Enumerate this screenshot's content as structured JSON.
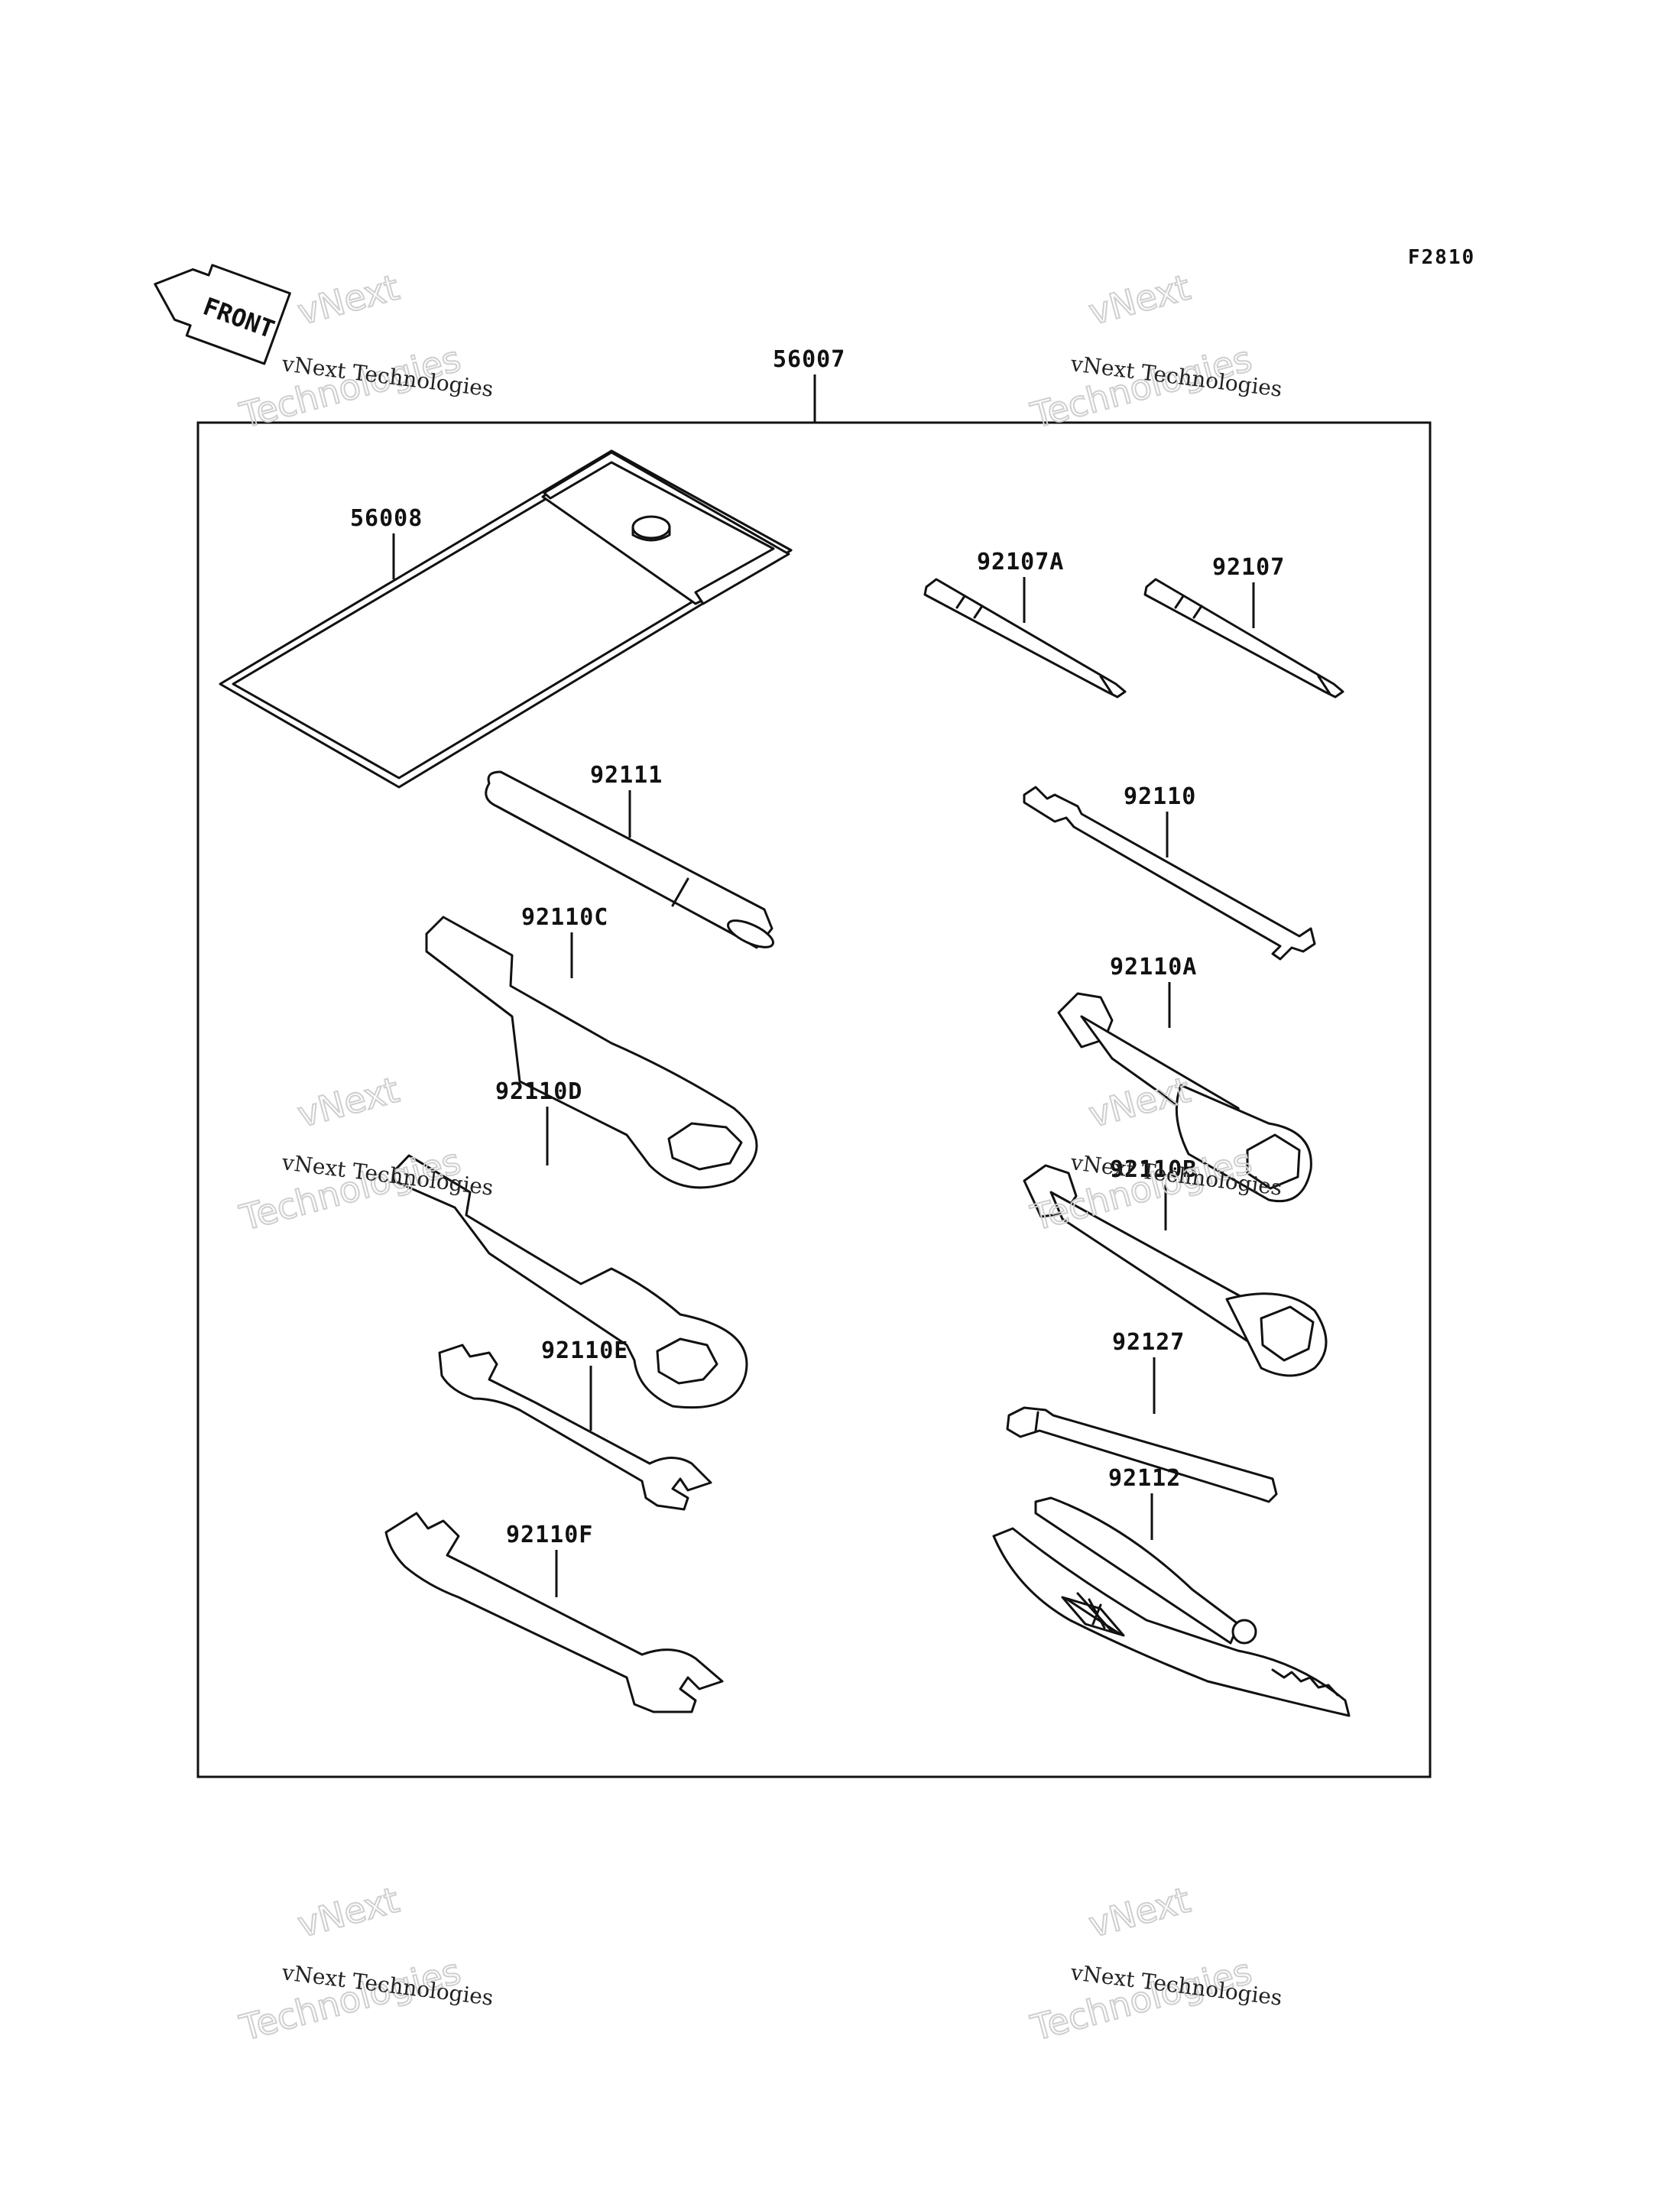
{
  "figure_code": "F2810",
  "front_label": "FRONT",
  "assembly_number": "56007",
  "parts": {
    "p56008": "56008",
    "p92107A": "92107A",
    "p92107": "92107",
    "p92111": "92111",
    "p92110": "92110",
    "p92110C": "92110C",
    "p92110A": "92110A",
    "p92110D": "92110D",
    "p92110B": "92110B",
    "p92110E": "92110E",
    "p92127": "92127",
    "p92110F": "92110F",
    "p92112": "92112"
  },
  "watermark": {
    "line1": "vNext Technologies",
    "line2a": "vNext",
    "line2b": "Technologies"
  }
}
